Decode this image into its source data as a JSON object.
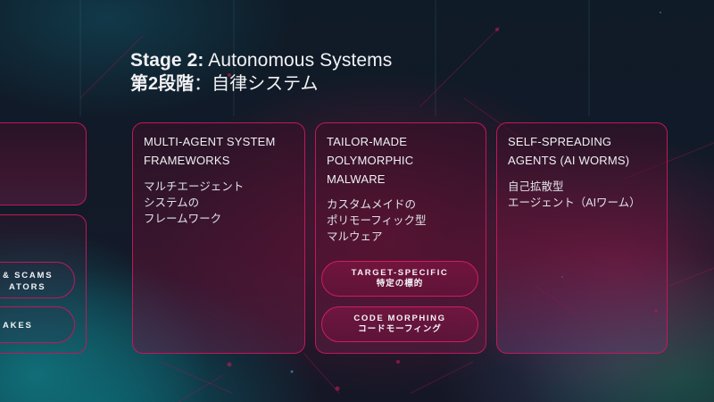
{
  "slide": {
    "title": {
      "stage_label": "Stage 2:",
      "stage_name": "Autonomous Systems",
      "jp_stage_label": "第2段階",
      "jp_separator": "：",
      "jp_stage_name": "自律システム"
    },
    "left_partial": {
      "pills": [
        {
          "line1": "& SCAMS",
          "line2": "ATORS"
        },
        {
          "line1": "AKES"
        }
      ]
    },
    "cards": [
      {
        "title": "MULTI-AGENT SYSTEM\nFRAMEWORKS",
        "subtitle": "マルチエージェント\nシステムの\nフレームワーク",
        "pills": []
      },
      {
        "title": "TAILOR-MADE\nPOLYMORPHIC\nMALWARE",
        "subtitle": "カスタムメイドの\nポリモーフィック型\nマルウェア",
        "pills": [
          {
            "en": "TARGET-SPECIFIC",
            "jp": "特定の標的"
          },
          {
            "en": "CODE MORPHING",
            "jp": "コードモーフィング"
          }
        ]
      },
      {
        "title": "SELF-SPREADING\nAGENTS (AI WORMS)",
        "subtitle": "自己拡散型\nエージェント（AIワーム）",
        "pills": []
      }
    ],
    "colors": {
      "card_border": "#c0185a",
      "pill_border": "#d01c63",
      "background_dark": "#121a28",
      "teal_glow": "#10707a",
      "magenta_glow": "#8c123c"
    }
  }
}
